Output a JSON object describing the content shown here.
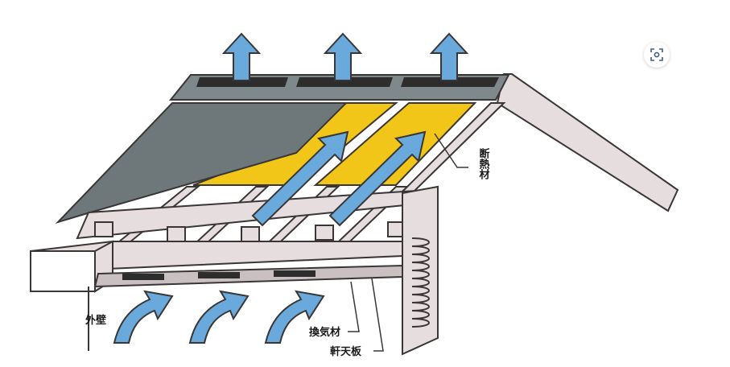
{
  "labels": {
    "insulation": "断熱材",
    "exterior_wall": "外壁",
    "vent_material": "換気材",
    "soffit": "軒天板"
  },
  "icons": {
    "lens": "lens-search-icon"
  },
  "colors": {
    "roof_slate": "#6e787b",
    "insulation_yellow": "#f1c619",
    "airflow_blue": "#6aa9dc",
    "rafter_fill": "#e6dede",
    "outline": "#3a3636"
  }
}
